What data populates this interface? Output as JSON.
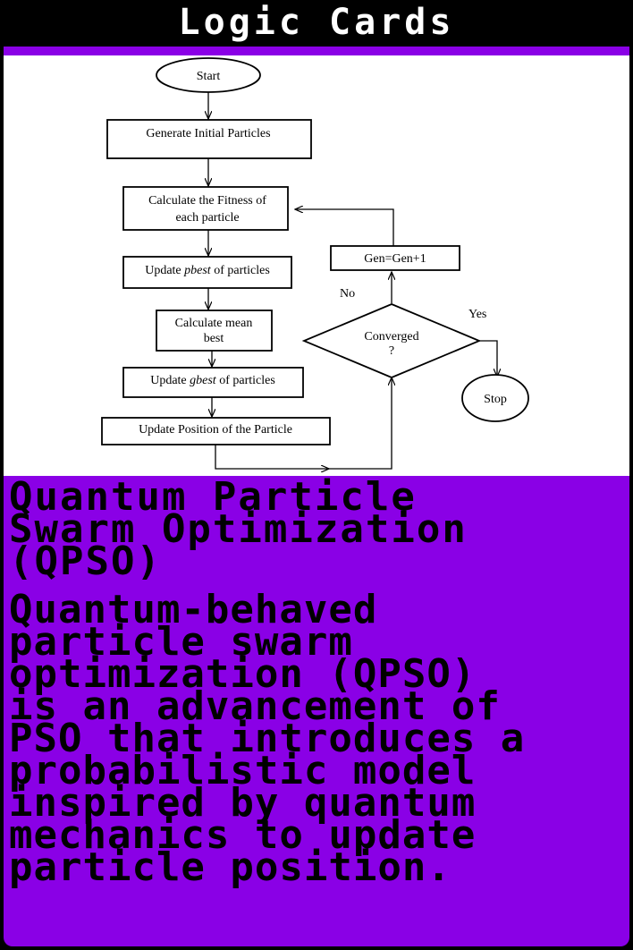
{
  "header": {
    "title": "Logic Cards"
  },
  "colors": {
    "accent": "#8a00e6",
    "background": "#000000",
    "panel": "#ffffff"
  },
  "flowchart": {
    "start": "Start",
    "generate": "Generate Initial Particles",
    "fitness_line1": "Calculate the Fitness of",
    "fitness_line2": "each particle",
    "pbest_prefix": "Update ",
    "pbest_var": "pbest",
    "pbest_suffix": " of particles",
    "mean_line1": "Calculate mean",
    "mean_line2": "best",
    "gbest_prefix": "Update ",
    "gbest_var": "gbest",
    "gbest_suffix": " of particles",
    "position": "Update Position of the Particle",
    "converged_line1": "Converged",
    "converged_line2": "?",
    "gen": "Gen=Gen+1",
    "no_label": "No",
    "yes_label": "Yes",
    "stop": "Stop"
  },
  "card": {
    "title": "Quantum Particle\nSwarm Optimization\n(QPSO)",
    "description": "Quantum-behaved\nparticle swarm\noptimization (QPSO)\nis an advancement of\nPSO that introduces a\nprobabilistic model\ninspired by quantum\nmechanics to update\nparticle position."
  }
}
